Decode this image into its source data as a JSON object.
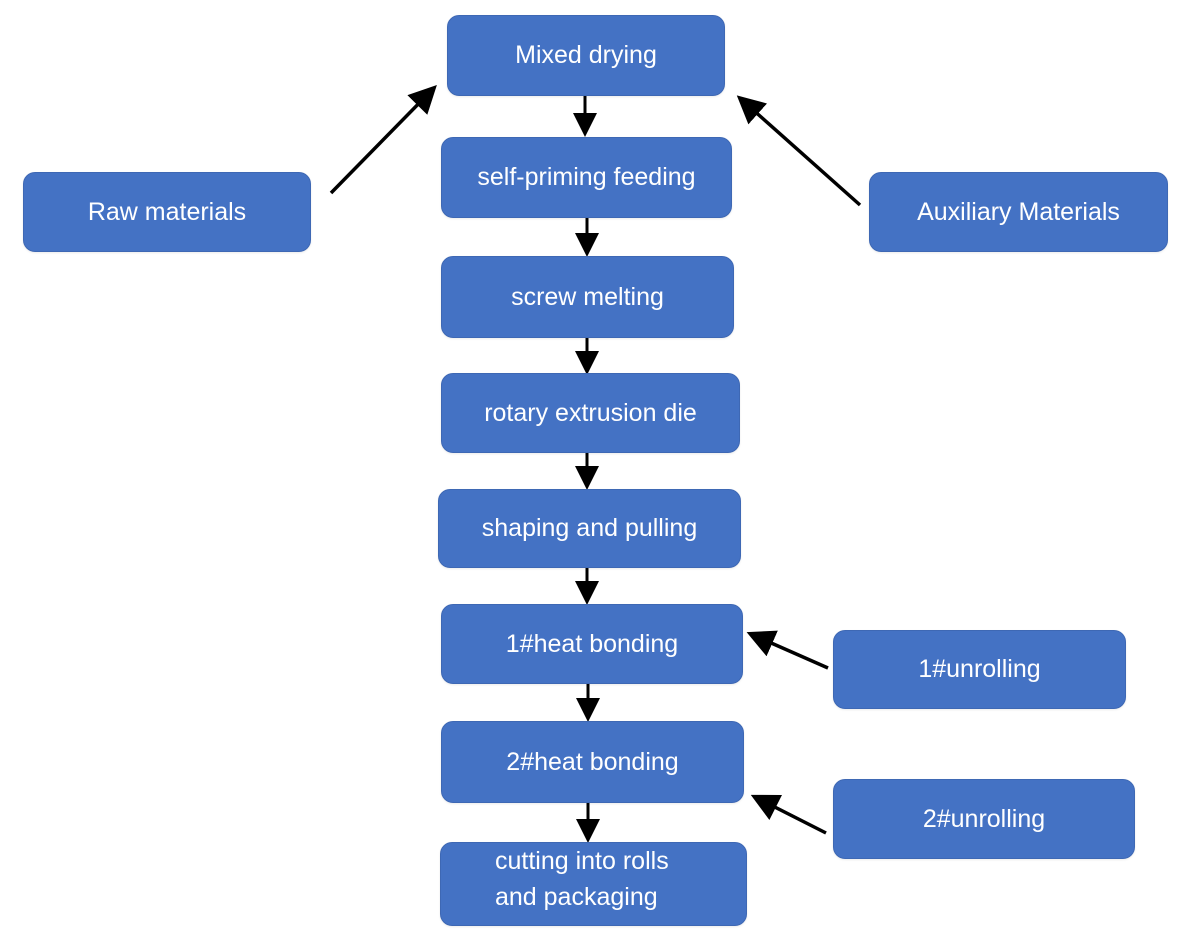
{
  "diagram": {
    "nodes": {
      "mixed_drying": "Mixed drying",
      "self_priming_feeding": "self-priming feeding",
      "screw_melting": "screw melting",
      "rotary_extrusion_die": "rotary extrusion die",
      "shaping_and_pulling": "shaping and pulling",
      "heat_bonding_1": "1#heat bonding",
      "heat_bonding_2": "2#heat bonding",
      "cutting_line1": "cutting into rolls",
      "cutting_line2": "and packaging",
      "raw_materials": "Raw materials",
      "auxiliary_materials": "Auxiliary Materials",
      "unrolling_1": "1#unrolling",
      "unrolling_2": "2#unrolling"
    },
    "colors": {
      "box_fill": "#4472c4",
      "text": "#ffffff",
      "arrow": "#000000"
    }
  }
}
